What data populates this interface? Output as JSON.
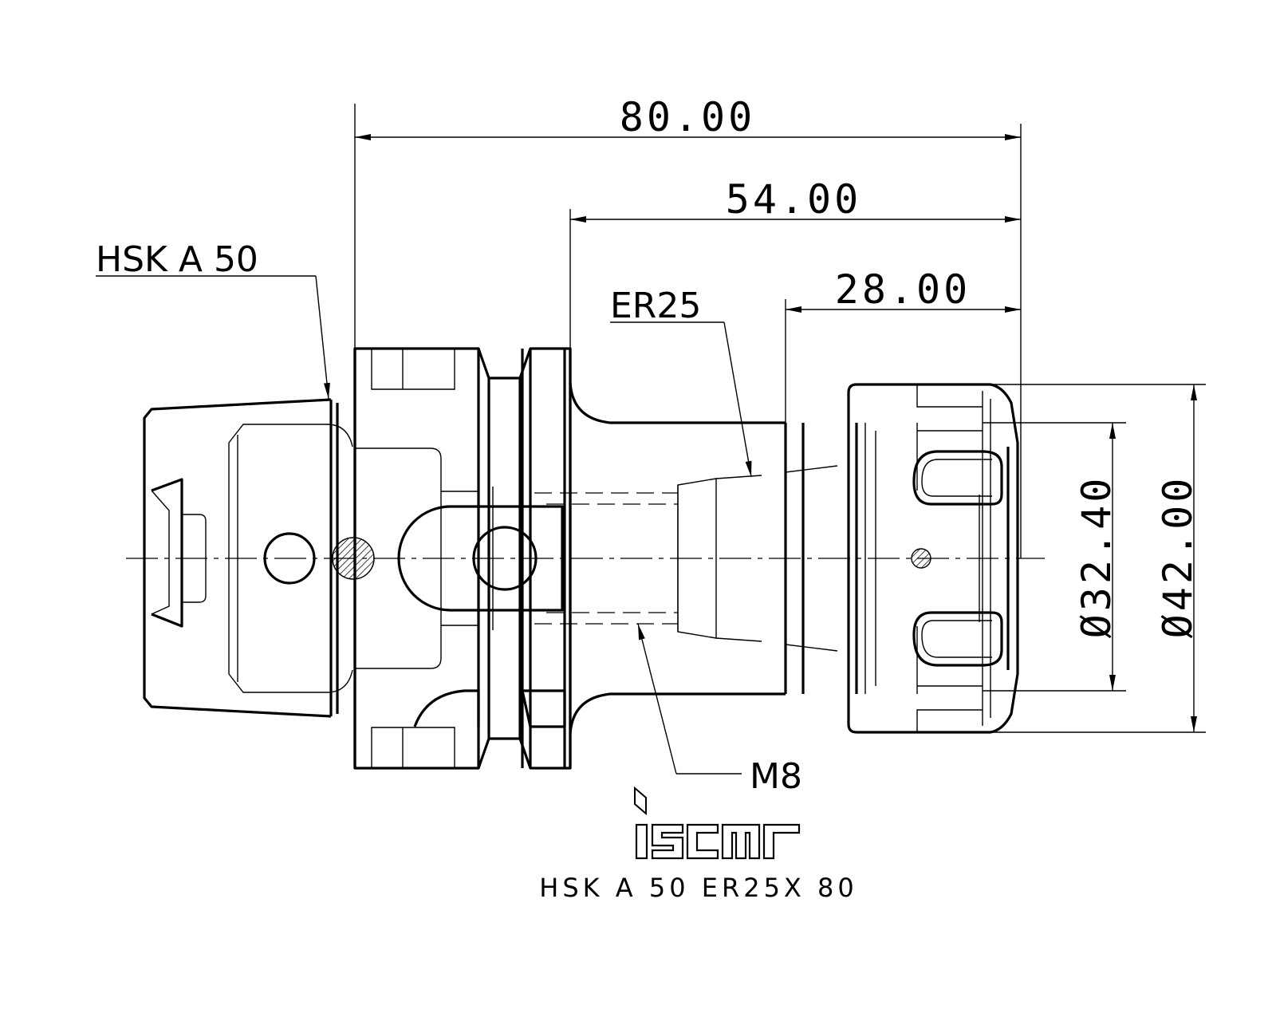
{
  "drawing": {
    "dimensions": {
      "overall_length": "80.00",
      "flange_to_end": "54.00",
      "nut_length": "28.00",
      "nut_inner_diameter": "Ø32.40",
      "nut_outer_diameter": "Ø42.00"
    },
    "callouts": {
      "shank": "HSK A 50",
      "collet": "ER25",
      "thread": "M8"
    },
    "logo_text": "iscar",
    "caption": "HSK A 50 ER25X 80"
  }
}
